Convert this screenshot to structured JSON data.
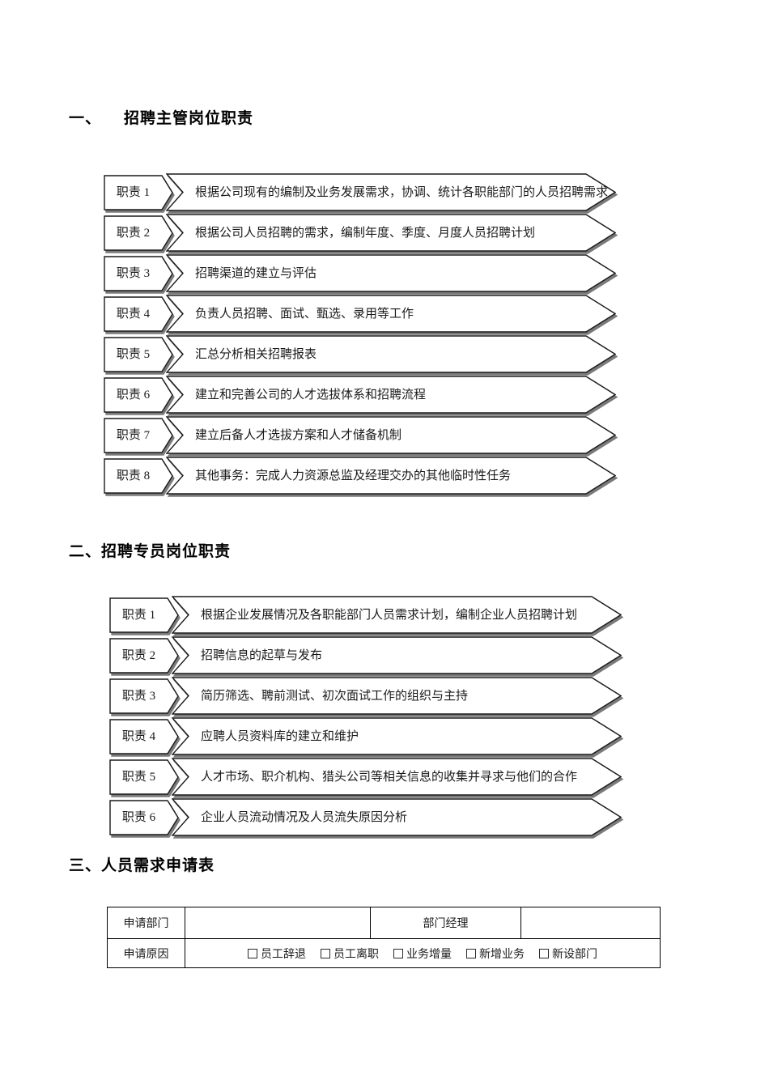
{
  "document": {
    "background_color": "#ffffff",
    "text_color": "#1a1a1a",
    "border_color": "#1a1a1a",
    "shadow_color": "#7a7a7a"
  },
  "sections": [
    {
      "numeral": "一、",
      "title": "招聘主管岗位职责",
      "items": [
        {
          "label": "职责 1",
          "text": "根据公司现有的编制及业务发展需求，协调、统计各职能部门的人员招聘需求"
        },
        {
          "label": "职责 2",
          "text": "根据公司人员招聘的需求，编制年度、季度、月度人员招聘计划"
        },
        {
          "label": "职责 3",
          "text": "招聘渠道的建立与评估"
        },
        {
          "label": "职责 4",
          "text": "负责人员招聘、面试、甄选、录用等工作"
        },
        {
          "label": "职责 5",
          "text": "汇总分析相关招聘报表"
        },
        {
          "label": "职责 6",
          "text": "建立和完善公司的人才选拔体系和招聘流程"
        },
        {
          "label": "职责 7",
          "text": "建立后备人才选拔方案和人才储备机制"
        },
        {
          "label": "职责 8",
          "text": "其他事务：完成人力资源总监及经理交办的其他临时性任务"
        }
      ]
    },
    {
      "numeral": "二、",
      "title": "招聘专员岗位职责",
      "items": [
        {
          "label": "职责 1",
          "text": "根据企业发展情况及各职能部门人员需求计划，编制企业人员招聘计划"
        },
        {
          "label": "职责 2",
          "text": "招聘信息的起草与发布"
        },
        {
          "label": "职责 3",
          "text": "简历筛选、聘前测试、初次面试工作的组织与主持"
        },
        {
          "label": "职责 4",
          "text": "应聘人员资料库的建立和维护"
        },
        {
          "label": "职责 5",
          "text": "人才市场、职介机构、猎头公司等相关信息的收集并寻求与他们的合作"
        },
        {
          "label": "职责 6",
          "text": "企业人员流动情况及人员流失原因分析"
        }
      ]
    },
    {
      "numeral": "三、",
      "title": "人员需求申请表"
    }
  ],
  "form_table": {
    "department_label": "申请部门",
    "department_value": "",
    "manager_label": "部门经理",
    "manager_value": "",
    "reason_label": "申请原因",
    "reason_options": [
      "员工辞退",
      "员工离职",
      "业务增量",
      "新增业务",
      "新设部门"
    ]
  }
}
